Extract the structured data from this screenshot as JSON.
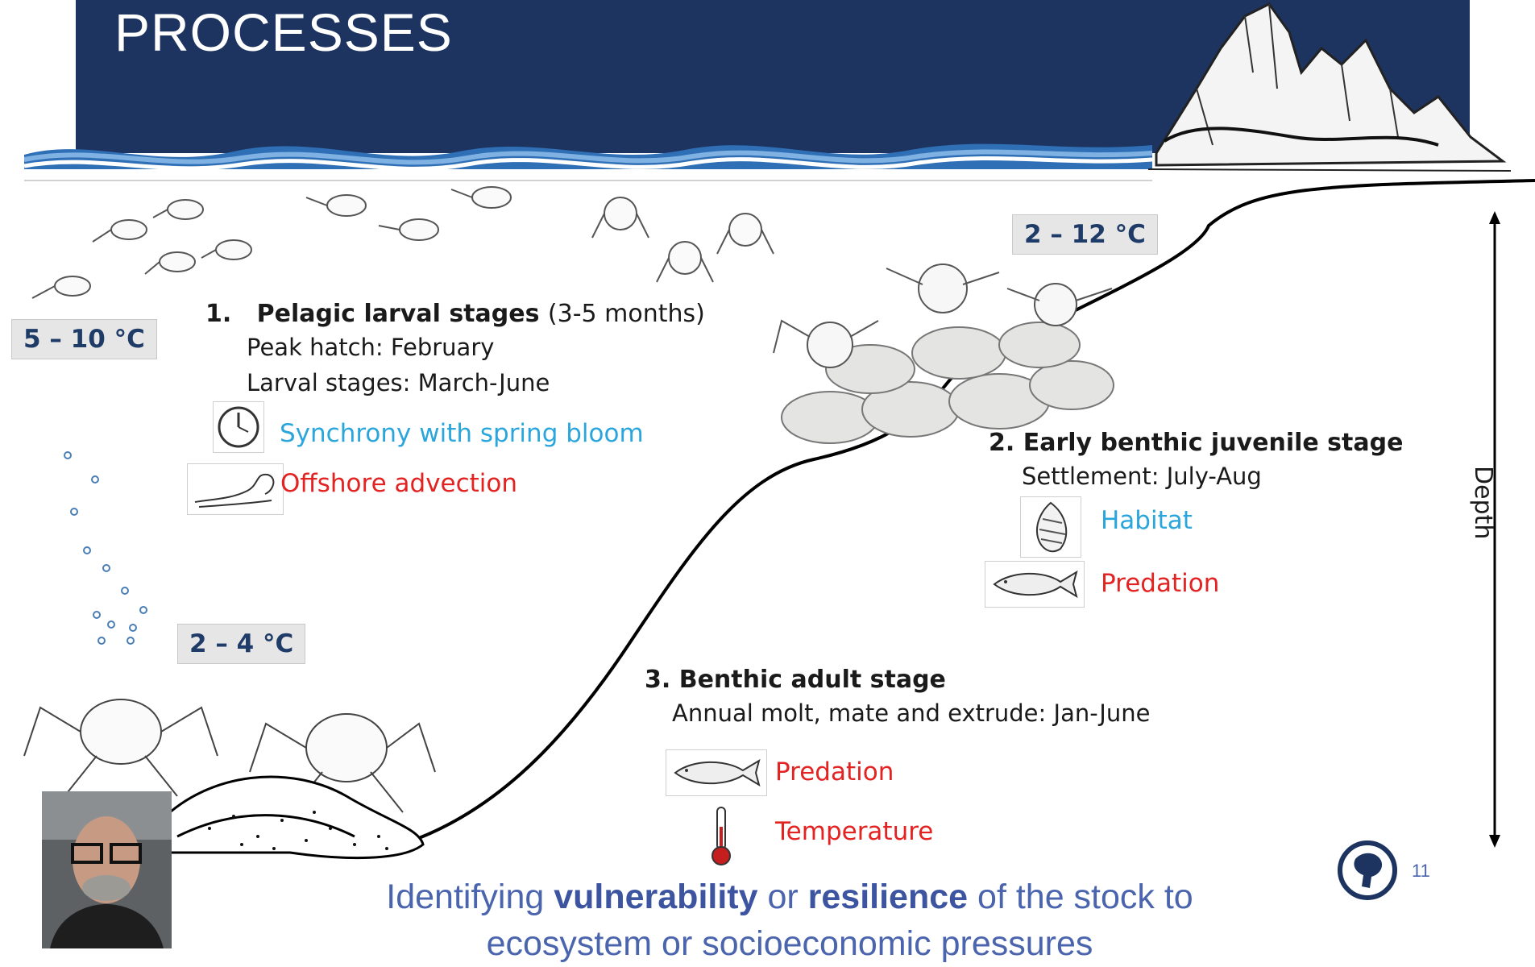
{
  "header": {
    "title": "PROCESSES"
  },
  "temps": {
    "larval": "5 – 10 °C",
    "juvenile": "2 – 12 °C",
    "adult": "2 – 4 °C"
  },
  "stage1": {
    "number": "1.",
    "title": "Pelagic larval stages",
    "duration": "(3-5 months)",
    "line1": "Peak hatch: February",
    "line2": "Larval stages: March-June",
    "factor_blue": "Synchrony with spring bloom",
    "factor_red": "Offshore advection"
  },
  "stage2": {
    "title": "2. Early benthic juvenile stage",
    "line1": "Settlement: July-Aug",
    "factor_blue": "Habitat",
    "factor_red": "Predation"
  },
  "stage3": {
    "title": "3. Benthic adult stage",
    "line1": "Annual molt, mate and extrude: Jan-June",
    "factor_red1": "Predation",
    "factor_red2": "Temperature"
  },
  "axis": {
    "depth_label": "Depth"
  },
  "footer": {
    "text_part1": "Identifying ",
    "text_bold1": "vulnerability",
    "text_part2": " or ",
    "text_bold2": "resilience",
    "text_part3": " of the stock to",
    "text_line2": "ecosystem or socioeconomic pressures",
    "page_number": "11"
  },
  "colors": {
    "header_bg": "#1d3461",
    "positive_factor": "#2aa6dc",
    "negative_factor": "#e32222",
    "footer_text": "#4a64ad"
  },
  "icons": [
    "clock-icon",
    "wave-icon",
    "shell-icon",
    "fish-icon",
    "thermometer-icon",
    "logo-icon"
  ]
}
